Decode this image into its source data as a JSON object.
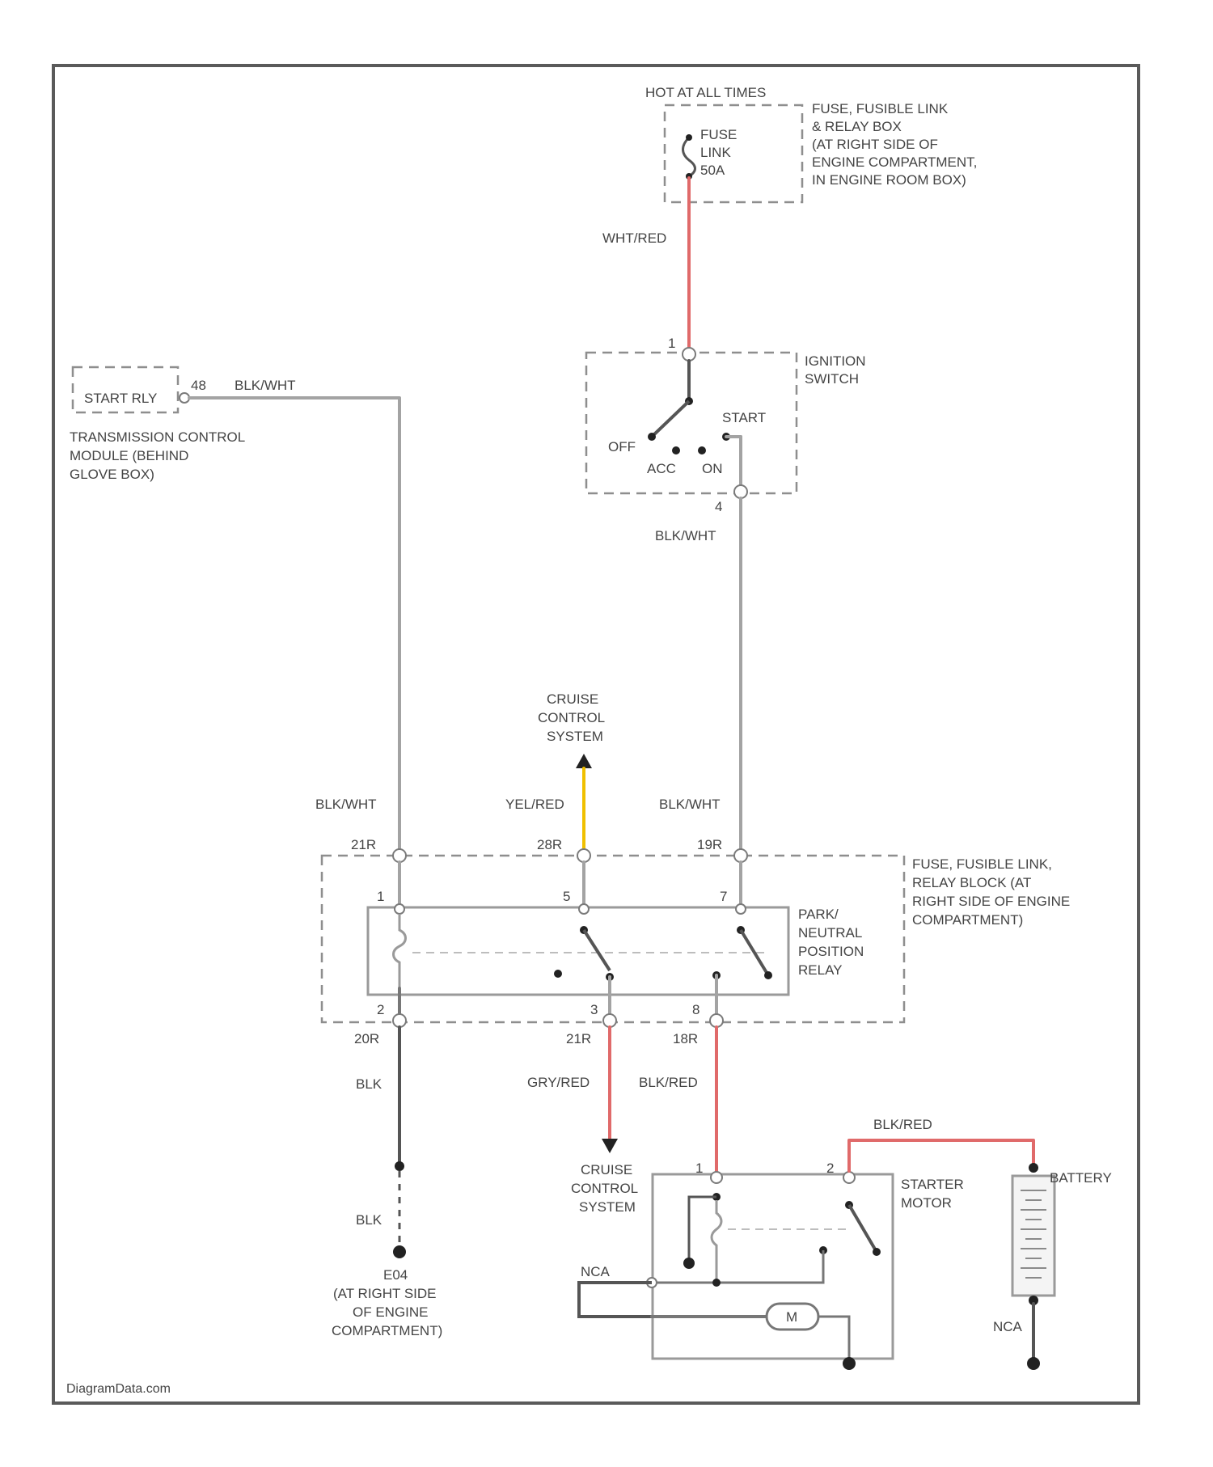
{
  "colors": {
    "wire_gray": "#a3a3a3",
    "wire_red": "#e06a6a",
    "wire_yellow": "#f0c000",
    "wire_black": "#555555",
    "border": "#5a5a5a"
  },
  "top": {
    "hot_label": "HOT AT ALL TIMES",
    "fuse_label": [
      "FUSE",
      "LINK",
      "50A"
    ],
    "fuse_box_label": [
      "FUSE, FUSIBLE LINK",
      "& RELAY BOX",
      "(AT RIGHT SIDE OF",
      "ENGINE COMPARTMENT,",
      "IN ENGINE ROOM BOX)"
    ],
    "wire_wht_red": "WHT/RED"
  },
  "ignition": {
    "pin_top": "1",
    "pin_bottom": "4",
    "label": [
      "IGNITION",
      "SWITCH"
    ],
    "positions": {
      "off": "OFF",
      "acc": "ACC",
      "on": "ON",
      "start": "START"
    },
    "wire_out": "BLK/WHT"
  },
  "tcm": {
    "box_label": "START RLY",
    "pin": "48",
    "wire": "BLK/WHT",
    "label": [
      "TRANSMISSION CONTROL",
      "MODULE (BEHIND",
      "GLOVE BOX)"
    ]
  },
  "cruise_top": {
    "label": [
      "CRUISE",
      "CONTROL",
      "SYSTEM"
    ],
    "wire": "YEL/RED"
  },
  "relay_block": {
    "wire_left": "BLK/WHT",
    "wire_right": "BLK/WHT",
    "conn_top": [
      "21R",
      "28R",
      "19R"
    ],
    "pins_top": [
      "1",
      "5",
      "7"
    ],
    "pins_bottom": [
      "2",
      "3",
      "8"
    ],
    "conn_bottom": [
      "20R",
      "21R",
      "18R"
    ],
    "block_label": [
      "FUSE, FUSIBLE LINK,",
      "RELAY BLOCK (AT",
      "RIGHT SIDE OF ENGINE",
      "COMPARTMENT)"
    ],
    "relay_label": [
      "PARK/",
      "NEUTRAL",
      "POSITION",
      "RELAY"
    ]
  },
  "ground": {
    "wire_upper": "BLK",
    "wire_lower": "BLK",
    "label": [
      "E04",
      "(AT RIGHT SIDE",
      "OF ENGINE",
      "COMPARTMENT)"
    ]
  },
  "cruise_bottom": {
    "wire": "GRY/RED",
    "label": [
      "CRUISE",
      "CONTROL",
      "SYSTEM"
    ]
  },
  "starter": {
    "wire_in": "BLK/RED",
    "wire_batt": "BLK/RED",
    "pin_1": "1",
    "pin_2": "2",
    "label": [
      "STARTER",
      "MOTOR"
    ],
    "motor": "M",
    "neg": "NCA"
  },
  "battery": {
    "label": "BATTERY",
    "neg": "NCA"
  },
  "footer": "DiagramData.com"
}
